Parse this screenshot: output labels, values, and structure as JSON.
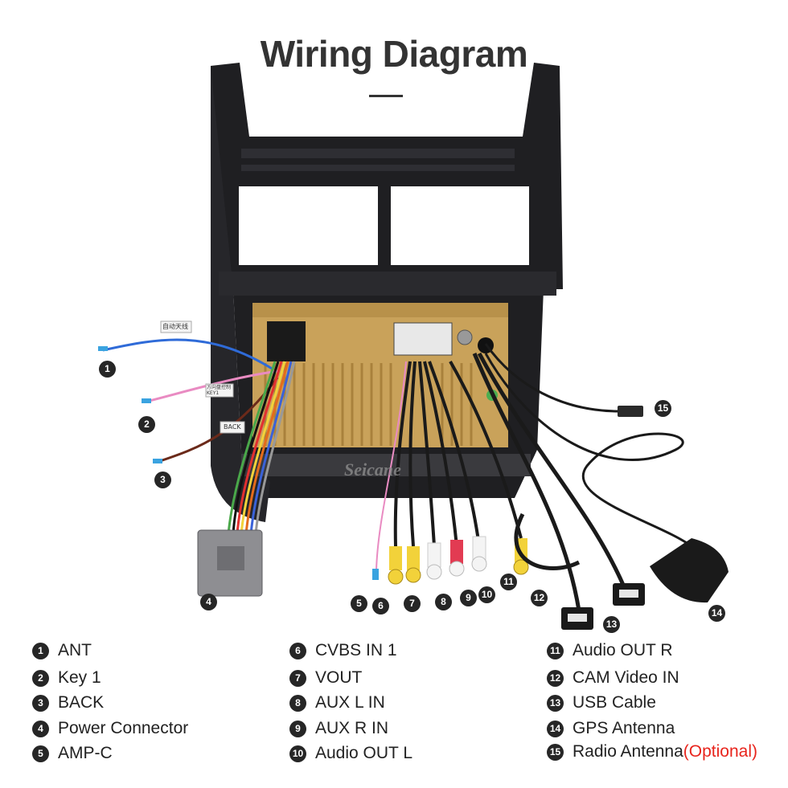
{
  "title": "Wiring Diagram",
  "brand_watermark": "Seicane",
  "tag_labels": {
    "ant_tag": "自动天线",
    "key_tag": "方向盘控制 KEY1",
    "back_tag": "BACK"
  },
  "callouts": [
    "1",
    "2",
    "3",
    "4",
    "5",
    "6",
    "7",
    "8",
    "9",
    "10",
    "11",
    "12",
    "13",
    "14",
    "15"
  ],
  "legend": [
    {
      "num": "1",
      "label": "ANT"
    },
    {
      "num": "2",
      "label": "Key 1"
    },
    {
      "num": "3",
      "label": "BACK"
    },
    {
      "num": "4",
      "label": "Power Connector"
    },
    {
      "num": "5",
      "label": "AMP-C"
    },
    {
      "num": "6",
      "label": "CVBS IN 1"
    },
    {
      "num": "7",
      "label": "VOUT"
    },
    {
      "num": "8",
      "label": "AUX L IN"
    },
    {
      "num": "9",
      "label": "AUX R IN"
    },
    {
      "num": "10",
      "label": "Audio OUT L"
    },
    {
      "num": "11",
      "label": "Audio OUT R"
    },
    {
      "num": "12",
      "label": "CAM Video IN"
    },
    {
      "num": "13",
      "label": "USB Cable"
    },
    {
      "num": "14",
      "label": "GPS Antenna"
    },
    {
      "num": "15",
      "label": "Radio Antenna",
      "suffix": "(Optional)"
    }
  ],
  "colors": {
    "frame": "#1f1f22",
    "unit": "#c9a25a",
    "callout": "#262626",
    "optional": "#e8241c"
  }
}
